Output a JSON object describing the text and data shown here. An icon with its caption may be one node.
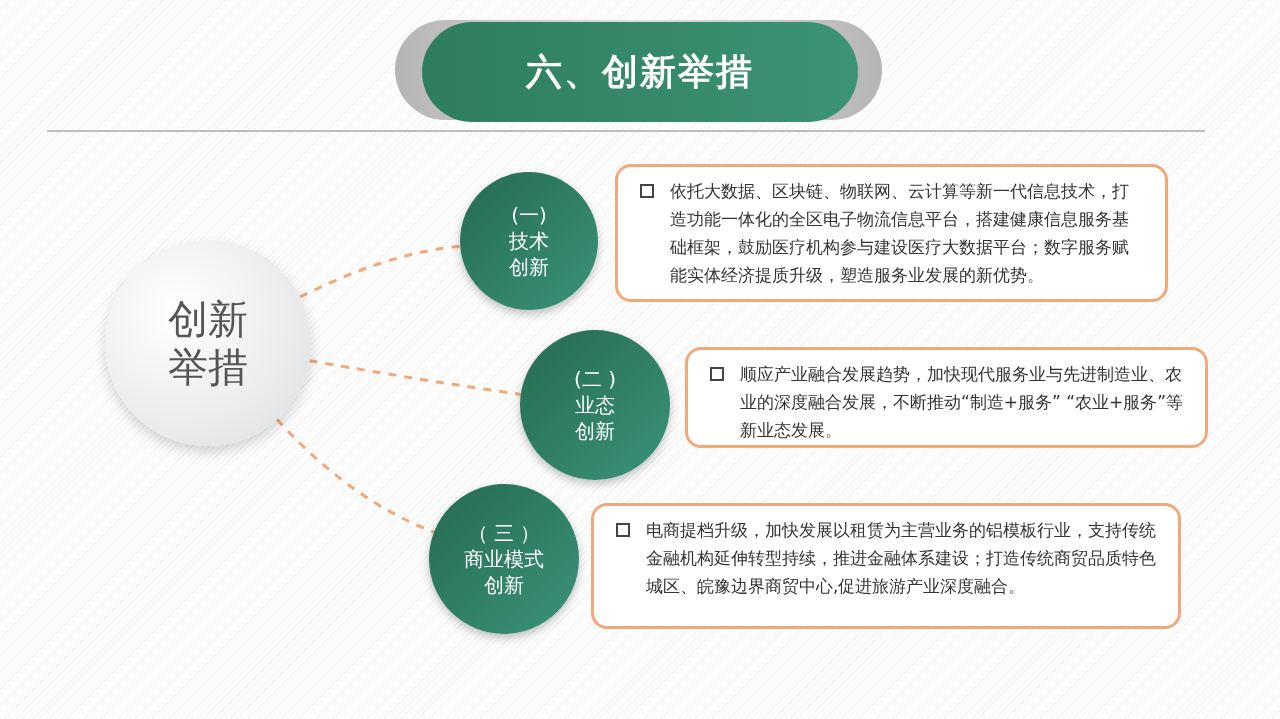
{
  "diagram": {
    "title": "六、创新举措",
    "nodes": [
      {
        "text": [
          "创新举措"
        ]
      },
      {
        "text": [
          "(一)",
          "技术创新"
        ]
      },
      {
        "text": [
          "依托大数据、区块链、物联网、云计算等新一代信息技术，打造功能一体化的全区电子物流信息平台，搭建健康信息服务基础框架，鼓励医疗机构参与建设医疗大数据平台；数字服务赋能实体经济提质升级，塑造服务业发展的新优势。"
        ]
      },
      {
        "text": [
          "(二 )",
          "业态创新"
        ]
      },
      {
        "text": [
          "顺应产业融合发展趋势，加快现代服务业与先进制造业、农业的深度融合发展，不断推动“制造+服务” “农业+服务”等新业态发展。"
        ]
      },
      {
        "text": [
          "（ 三 ）",
          "商业模式创新"
        ]
      },
      {
        "text": [
          "电商提档升级，加快发展以租赁为主营业务的铝模板行业，支持传统金融机构延伸转型持续，推进金融体系建设；打造传统商贸品质特色城区、皖豫边界商贸中心,促进旅游产业深度融合。"
        ]
      }
    ],
    "edges": [
      {
        "from": 0,
        "to": 1,
        "arrow": "none",
        "style": "dashed"
      },
      {
        "from": 0,
        "to": 3,
        "arrow": "none",
        "style": "dashed"
      },
      {
        "from": 0,
        "to": 5,
        "arrow": "none",
        "style": "dashed"
      }
    ]
  }
}
